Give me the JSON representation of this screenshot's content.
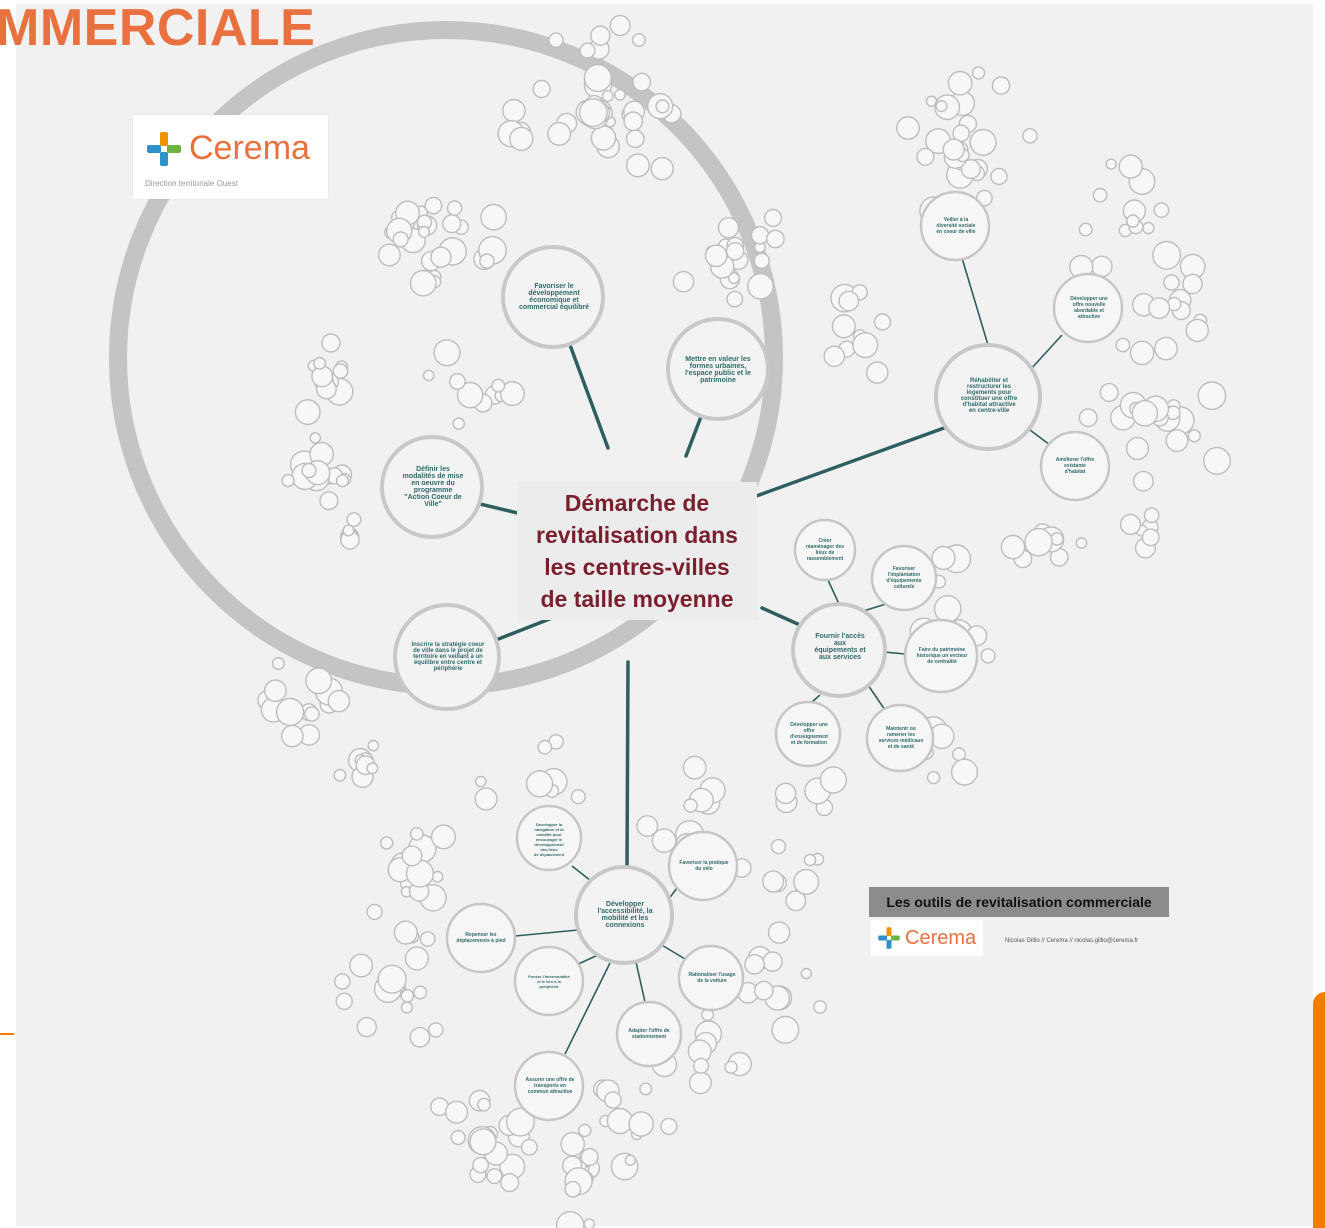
{
  "slide_title": "MMERCIALE",
  "logo": {
    "name": "Cerema",
    "subtitle": "Direction territoriale Ouest"
  },
  "center": {
    "title": "Démarche de\nrevitalisation dans\nles centres-villes\nde taille moyenne"
  },
  "themes": {
    "t1": "Favoriser le\ndéveloppement\néconomique et\ncommercial équilibré",
    "t2": "Mettre en valeur les\nformes urbaines,\nl'espace public et le\npatrimoine",
    "t3": "Définir les\nmodalités de mise\nen oeuvre du\nprogramme\n\"Action Coeur de\nVille\"",
    "t4": "Inscrire la stratégie coeur\nde ville dans le projet de\nterritoire en veillant à un\néquilibre entre centre et\npériphérie",
    "t5": "Réhabiliter et\nrestructurer les\nlogements pour\nconstituer une offre\nd'habitat attractive\nen centre-ville",
    "t6": "Fournir l'accès\naux\néquipements et\naux services",
    "t7": "Développer\nl'accessibilité, la\nmobilité et les\nconnexions"
  },
  "subthemes": {
    "s1": "Veiller à la\ndiversité sociale\nen coeur de ville",
    "s2": "Développer une\noffre nouvelle\nabordable et\nattractive",
    "s3": "Améliorer l'offre\nexistante\nd'habitat",
    "s4": "Créer\nréaménager des\nlieux de\nrassemblement",
    "s5": "Favoriser\nl'implantation\nd'équipements\nculturels",
    "s6": "Faire du patrimoine\nhistorique un vecteur\nde centralité",
    "s7": "Maintenir ou\nramener les\nservices médicaux\net de santé",
    "s8": "Développer une\noffre\nd'enseignement\net de formation",
    "s9": "Développer la\nnavigation et la\nmobilité pour\nencourager le\ndéveloppement\ndes lieux\nde déplacement",
    "s10": "Favoriser la pratique\ndu vélo",
    "s11": "Repenser les\ndéplacements à pied",
    "s12": "Rationaliser l'usage\nde la voiture",
    "s13": "Adapter l'offre de\nstationnement",
    "s14": "Assurer une offre de\ntransports en\ncommun attractive",
    "s15": "Penser l'intermodalité\net le lien à la\nperiphérie"
  },
  "banner": {
    "title": "Les outils de revitalisation commerciale"
  },
  "small_logo": {
    "name": "Cerema"
  },
  "credit": "Nicolas Gillio // Cerema // nicolas.gillio@cerema.fr",
  "colors": {
    "accent_orange": "#e8713f",
    "bar_orange": "#f07d00",
    "title_red": "#7a1f2e",
    "teal": "#2e5e5e",
    "node_text": "#2f6a6a",
    "ring": "#c4c4c4",
    "background": "#f1f1f1",
    "banner_bg": "#8c8c8c",
    "logo_blue": "#2a91c9",
    "logo_green": "#6db33f",
    "logo_orange": "#f39200"
  }
}
